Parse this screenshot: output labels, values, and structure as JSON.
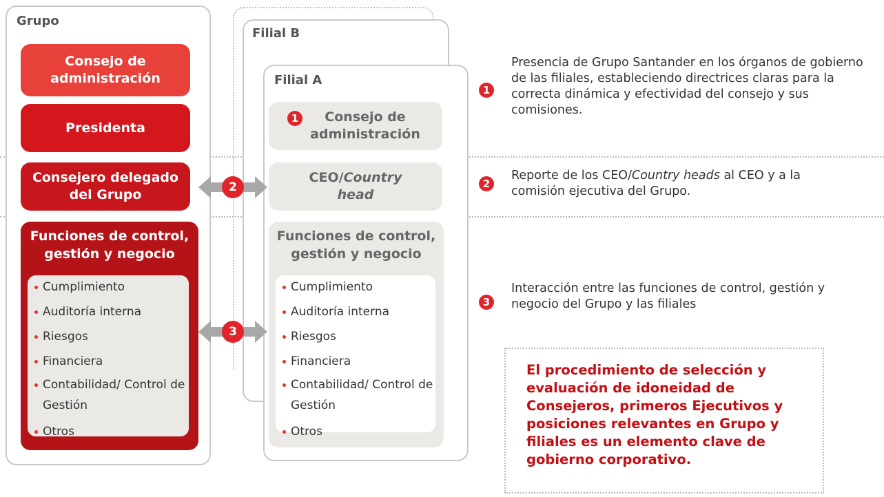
{
  "grupo": {
    "title": "Grupo",
    "consejo": "Consejo de administración",
    "presidenta": "Presidenta",
    "consejero": "Consejero delegado del Grupo",
    "funciones_title": "Funciones de control, gestión y negocio",
    "funciones_items": [
      "Cumplimiento",
      "Auditoría interna",
      "Riesgos",
      "Financiera",
      "Contabilidad/ Control de Gestión",
      "Otros"
    ]
  },
  "filial_b": {
    "title": "Filial B"
  },
  "filial_a": {
    "title": "Filial A",
    "consejo_number": "1",
    "consejo": "Consejo de administración",
    "ceo_prefix": "CEO/",
    "ceo_italic": "Country head",
    "funciones_title": "Funciones de control, gestión y negocio",
    "funciones_items": [
      "Cumplimiento",
      "Auditoría interna",
      "Riesgos",
      "Financiera",
      "Contabilidad/ Control de Gestión",
      "Otros"
    ]
  },
  "arrows": [
    {
      "number": "2"
    },
    {
      "number": "3"
    }
  ],
  "notes": [
    {
      "number": "1",
      "text": "Presencia de Grupo Santander en los órganos de gobierno de las filiales, estableciendo directrices claras para la correcta dinámica y efectividad del consejo y sus comisiones."
    },
    {
      "number": "2",
      "text_a": "Reporte de los CEO/",
      "text_italic": "Country heads",
      "text_b": " al CEO y a la comisión ejecutiva del Grupo."
    },
    {
      "number": "3",
      "text": "Interacción entre las funciones de control, gestión y negocio del Grupo y las filiales"
    }
  ],
  "callout": "El procedimiento de selección y evaluación de idoneidad de Consejeros, primeros Ejecutivos y posiciones relevantes en Grupo y filiales es un elemento clave de gobierno corporativo.",
  "colors": {
    "consejo_red": "#e8413a",
    "dark_red": "#c8161d",
    "deeper_red": "#b41318",
    "badge_red": "#e0242a",
    "callout_red": "#c40f14",
    "grey_fill": "#ebe9e6",
    "arrow_grey": "#a8a8a8"
  }
}
